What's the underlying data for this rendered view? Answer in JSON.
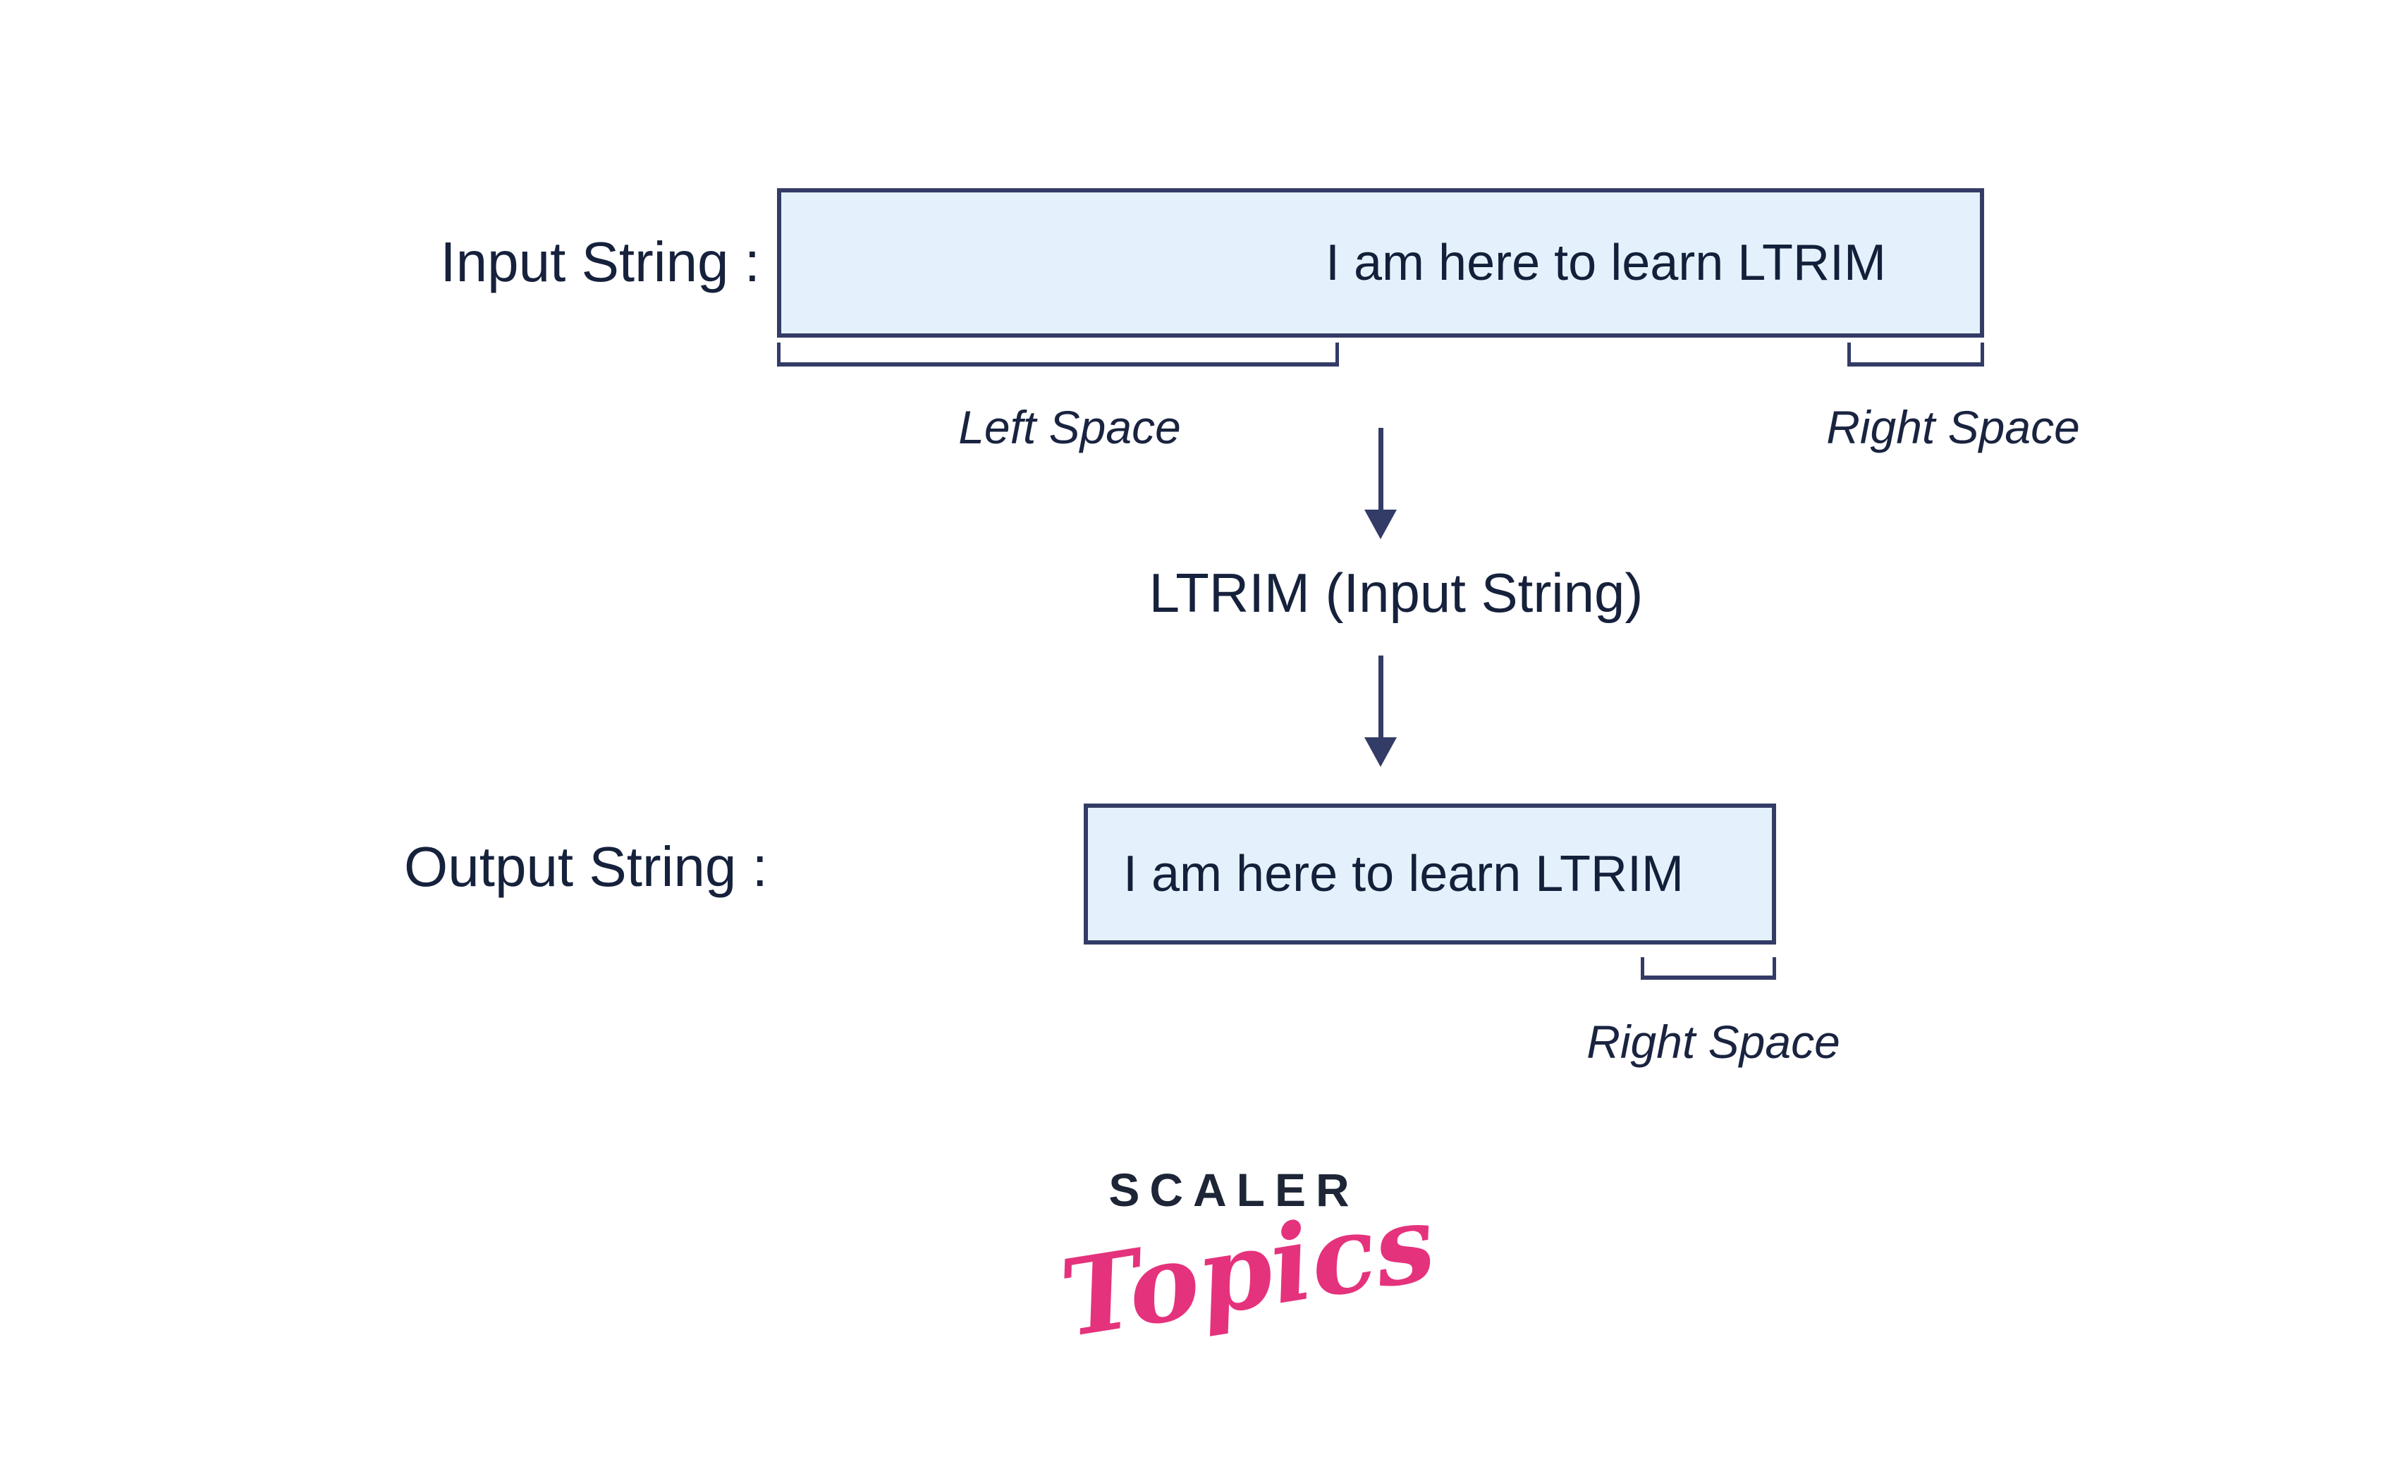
{
  "diagram": {
    "input": {
      "label": "Input String :",
      "value": "I am here to learn LTRIM"
    },
    "transform": {
      "label": "LTRIM (Input String)"
    },
    "output": {
      "label": "Output String :",
      "value": "I am here to learn LTRIM"
    },
    "annotations": {
      "left_space": "Left Space",
      "right_space_top": "Right Space",
      "right_space_bottom": "Right Space"
    },
    "colors": {
      "box_fill": "#e4f1fc",
      "line_navy": "#333c66",
      "text_navy": "#16213c",
      "logo_navy": "#1d2536",
      "logo_pink": "#e5327c",
      "background": "#ffffff"
    }
  },
  "logo": {
    "primary": "SCALER",
    "secondary": "Topics"
  }
}
